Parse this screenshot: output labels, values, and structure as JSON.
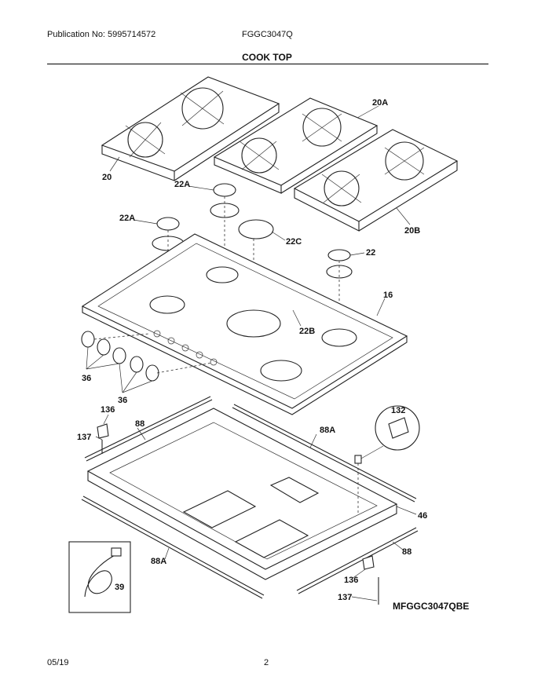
{
  "header": {
    "publication": "Publication No: 5995714572",
    "model": "FGGC3047Q",
    "title": "COOK TOP"
  },
  "footer": {
    "date": "05/19",
    "page": "2"
  },
  "callouts": {
    "c20": "20",
    "c20a": "20A",
    "c20b": "20B",
    "c22a_1": "22A",
    "c22a_2": "22A",
    "c22c": "22C",
    "c22": "22",
    "c16": "16",
    "c22b": "22B",
    "c36_1": "36",
    "c36_2": "36",
    "c136_1": "136",
    "c137_1": "137",
    "c88_1": "88",
    "c88a_1": "88A",
    "c132": "132",
    "c46": "46",
    "c88_2": "88",
    "c88a_2": "88A",
    "c39": "39",
    "c136_2": "136",
    "c137_2": "137"
  },
  "diagram_code": "MFGGC3047QBE"
}
